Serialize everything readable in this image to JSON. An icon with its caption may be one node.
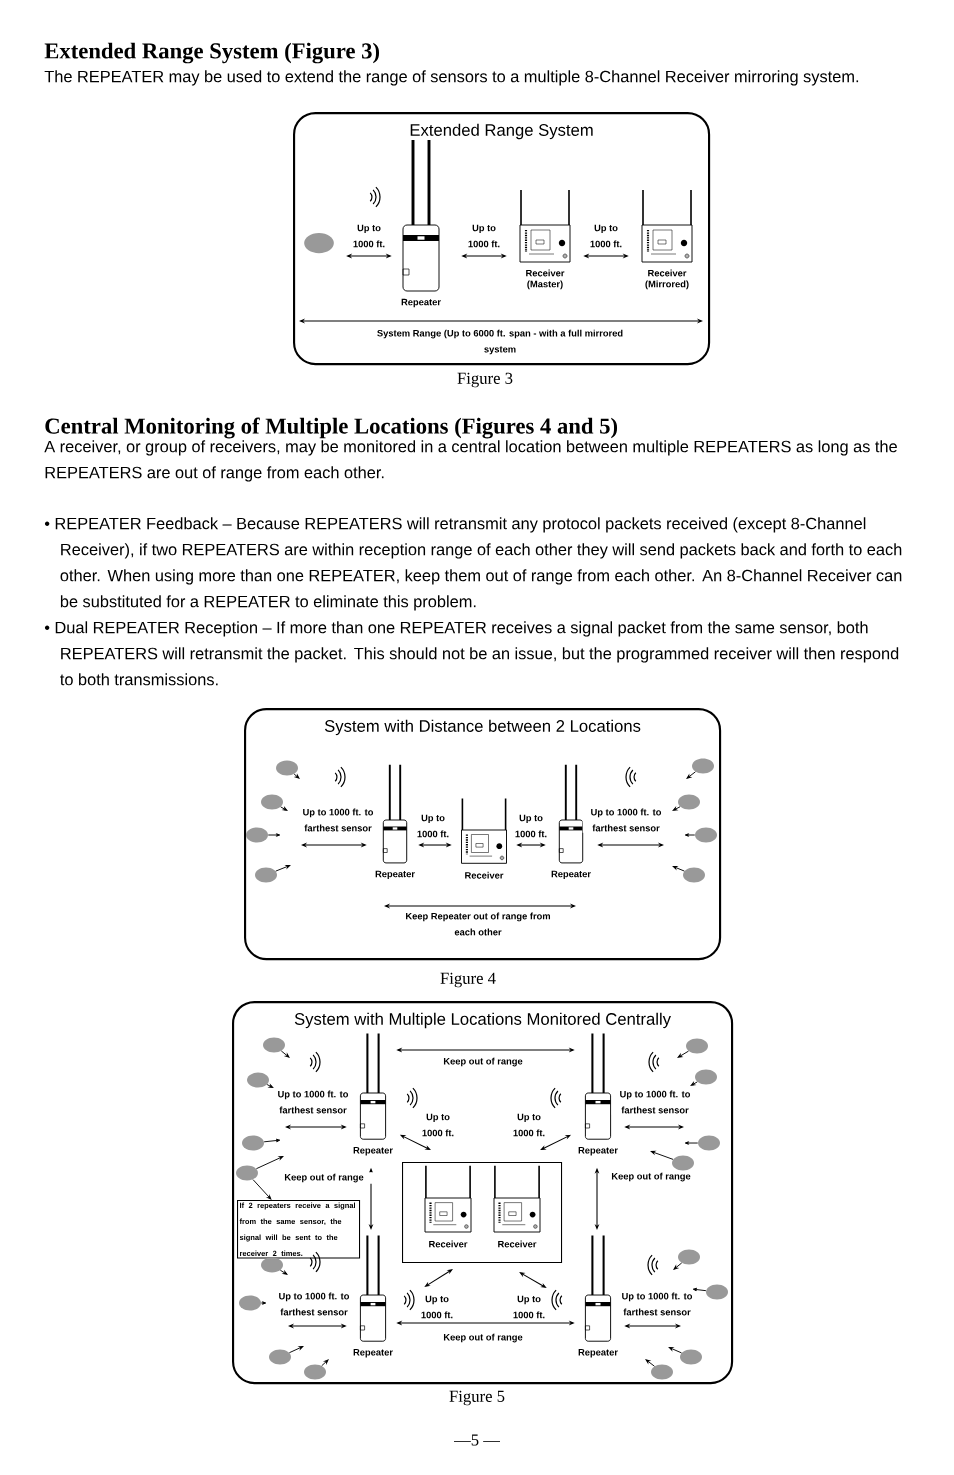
{
  "diagram": {
    "title": "Extended Range System (Figure 3)",
    "nodes": [
      {
        "text": [
          "Extended Range System"
        ],
        "beside": [
          "Figure 3"
        ]
      },
      {
        "text": [],
        "shape": "circle",
        "in": 0
      },
      {
        "text": [
          "Repeater"
        ],
        "in": 0
      },
      {
        "text": [
          "Receiver (Master)"
        ],
        "in": 0
      },
      {
        "text": [
          "Receiver (Mirrored)"
        ],
        "in": 0
      },
      {
        "text": [
          "System with Distance between 2 Locations"
        ],
        "beside": [
          "Figure 4"
        ]
      },
      {
        "text": [],
        "shape": "circle",
        "in": 5
      },
      {
        "text": [],
        "shape": "circle",
        "in": 5
      },
      {
        "text": [],
        "shape": "circle",
        "in": 5
      },
      {
        "text": [],
        "shape": "circle",
        "in": 5
      },
      {
        "text": [
          "Repeater"
        ],
        "in": 5
      },
      {
        "text": [
          "Receiver"
        ],
        "in": 5
      },
      {
        "text": [
          "Repeater"
        ],
        "in": 5
      },
      {
        "text": [],
        "shape": "circle",
        "in": 5
      },
      {
        "text": [],
        "shape": "circle",
        "in": 5
      },
      {
        "text": [],
        "shape": "circle",
        "in": 5
      },
      {
        "text": [],
        "shape": "circle",
        "in": 5
      },
      {
        "text": [
          "System with Multiple Locations Monitored Centrally"
        ],
        "beside": [
          "Figure 5"
        ]
      },
      {
        "text": [],
        "shape": "circle",
        "in": 17
      },
      {
        "text": [],
        "shape": "circle",
        "in": 17
      },
      {
        "text": [],
        "shape": "circle",
        "in": 17
      },
      {
        "text": [],
        "shape": "circle",
        "in": 17
      },
      {
        "text": [
          "Repeater"
        ],
        "in": 17
      },
      {
        "text": [
          "Repeater"
        ],
        "in": 17
      },
      {
        "text": [],
        "shape": "circle",
        "in": 17
      },
      {
        "text": [],
        "shape": "circle",
        "in": 17
      },
      {
        "text": [],
        "shape": "circle",
        "in": 17
      },
      {
        "text": [],
        "shape": "circle",
        "in": 17
      },
      {
        "text": [
          "If 2 repeaters receive a signal from the same sensor, the signal will be sent to the receiver 2 times."
        ],
        "in": 17
      },
      {
        "text": [],
        "shape": "box",
        "in": 17
      },
      {
        "text": [
          "Receiver"
        ],
        "in": 29
      },
      {
        "text": [
          "Receiver"
        ],
        "in": 29
      },
      {
        "text": [],
        "shape": "circle",
        "in": 17
      },
      {
        "text": [],
        "shape": "circle",
        "in": 17
      },
      {
        "text": [],
        "shape": "circle",
        "in": 17
      },
      {
        "text": [],
        "shape": "circle",
        "in": 17
      },
      {
        "text": [
          "Repeater"
        ],
        "in": 17
      },
      {
        "text": [
          "Repeater"
        ],
        "in": 17
      },
      {
        "text": [],
        "shape": "circle",
        "in": 17
      },
      {
        "text": [],
        "shape": "circle",
        "in": 17
      },
      {
        "text": [],
        "shape": "circle",
        "in": 17
      },
      {
        "text": [],
        "shape": "circle",
        "in": 17
      }
    ],
    "edges": [
      {
        "from": 6,
        "to": null,
        "arrow": "to"
      },
      {
        "from": 7,
        "to": null,
        "arrow": "to"
      },
      {
        "from": 8,
        "to": null,
        "arrow": "to"
      },
      {
        "from": 9,
        "to": null,
        "arrow": "to"
      },
      {
        "from": 13,
        "to": null,
        "arrow": "to"
      },
      {
        "from": 14,
        "to": null,
        "arrow": "to"
      },
      {
        "from": 15,
        "to": null,
        "arrow": "to"
      },
      {
        "from": 16,
        "to": null,
        "arrow": "to"
      },
      {
        "from": 18,
        "to": null,
        "arrow": "to"
      },
      {
        "from": 19,
        "to": null,
        "arrow": "to"
      },
      {
        "from": 20,
        "to": null,
        "arrow": "to"
      },
      {
        "from": 21,
        "to": null,
        "arrow": "to"
      },
      {
        "from": 21,
        "to": 28,
        "arrow": "to"
      },
      {
        "from": 24,
        "to": null,
        "arrow": "to"
      },
      {
        "from": 25,
        "to": null,
        "arrow": "to"
      },
      {
        "from": 26,
        "to": null,
        "arrow": "to"
      },
      {
        "from": 27,
        "to": null,
        "arrow": "to"
      },
      {
        "from": 32,
        "to": null,
        "arrow": "to"
      },
      {
        "from": 33,
        "to": null,
        "arrow": "to"
      },
      {
        "from": 34,
        "to": null,
        "arrow": "to"
      },
      {
        "from": 35,
        "to": null,
        "arrow": "to"
      },
      {
        "from": 38,
        "to": null,
        "arrow": "to"
      },
      {
        "from": 39,
        "to": null,
        "arrow": "to"
      },
      {
        "from": 40,
        "to": null,
        "arrow": "to"
      },
      {
        "from": 41,
        "to": null,
        "arrow": "to"
      },
      {
        "from": 1,
        "to": 2,
        "arrow": "both",
        "label": "Up to 1000 ft."
      },
      {
        "from": 2,
        "to": 3,
        "arrow": "both",
        "label": "Up to 1000 ft."
      },
      {
        "from": 3,
        "to": 4,
        "arrow": "both",
        "label": "Up to 1000 ft."
      },
      {
        "from": null,
        "to": 10,
        "arrow": "both",
        "label": "Up to 1000 ft. to farthest sensor"
      },
      {
        "from": 10,
        "to": 11,
        "arrow": "both",
        "label": "Up to 1000 ft."
      },
      {
        "from": 11,
        "to": 12,
        "arrow": "both",
        "label": "Up to 1000 ft."
      },
      {
        "from": 12,
        "to": null,
        "arrow": "both",
        "label": "Up to 1000 ft. to farthest sensor"
      },
      {
        "from": 22,
        "to": 23,
        "arrow": "both",
        "label": "Keep out of range"
      },
      {
        "from": null,
        "to": 22,
        "arrow": "both",
        "label": "Up to 1000 ft. to farthest sensor"
      },
      {
        "from": 22,
        "to": 29,
        "arrow": "both",
        "label": "Up to 1000 ft."
      },
      {
        "from": 23,
        "to": 29,
        "arrow": "both",
        "label": "Up to 1000 ft."
      },
      {
        "from": 23,
        "to": null,
        "arrow": "both",
        "label": "Up to 1000 ft. to farthest sensor"
      },
      {
        "from": 22,
        "to": 36,
        "arrow": "both",
        "label": "Keep out of range"
      },
      {
        "from": 23,
        "to": 37,
        "arrow": "both",
        "label": "Keep out of range"
      },
      {
        "from": null,
        "to": 36,
        "arrow": "both",
        "label": "Up to 1000 ft. to farthest sensor"
      },
      {
        "from": 36,
        "to": 29,
        "arrow": "both",
        "label": "Up to 1000 ft."
      },
      {
        "from": 37,
        "to": 29,
        "arrow": "both",
        "label": "Up to 1000 ft."
      },
      {
        "from": 37,
        "to": null,
        "arrow": "both",
        "label": "Up to 1000 ft. to farthest sensor"
      },
      {
        "from": 36,
        "to": 37,
        "arrow": "both",
        "label": "Keep out of range"
      }
    ],
    "labels": [
      "The REPEATER may be used to extend the range of sensors to a multiple 8-Channel Receiver mirroring system.",
      "System Range (Up to 6000 ft. span - with a full mirrored system",
      "Central Monitoring of Multiple Locations (Figures 4 and 5)",
      "A receiver, or group of receivers, may be monitored in a central location between multiple REPEATERS as long as the REPEATERS are out of range from each other.",
      "• REPEATER Feedback – Because REPEATERS will retransmit any protocol packets received (except 8-Channel Receiver), if two REPEATERS are within reception range of each other they will send packets back and forth to each other. When using more than one REPEATER, keep them out of range from each other. An 8-Channel Receiver can be substituted for a REPEATER to eliminate this problem.",
      "• Dual REPEATER Reception – If more than one REPEATER receives a signal packet from the same sensor, both REPEATERS will retransmit the packet. This should not be an issue, but the programmed receiver will then respond to both transmissions.",
      "Keep Repeater out of range from each other",
      "—5 —"
    ]
  }
}
